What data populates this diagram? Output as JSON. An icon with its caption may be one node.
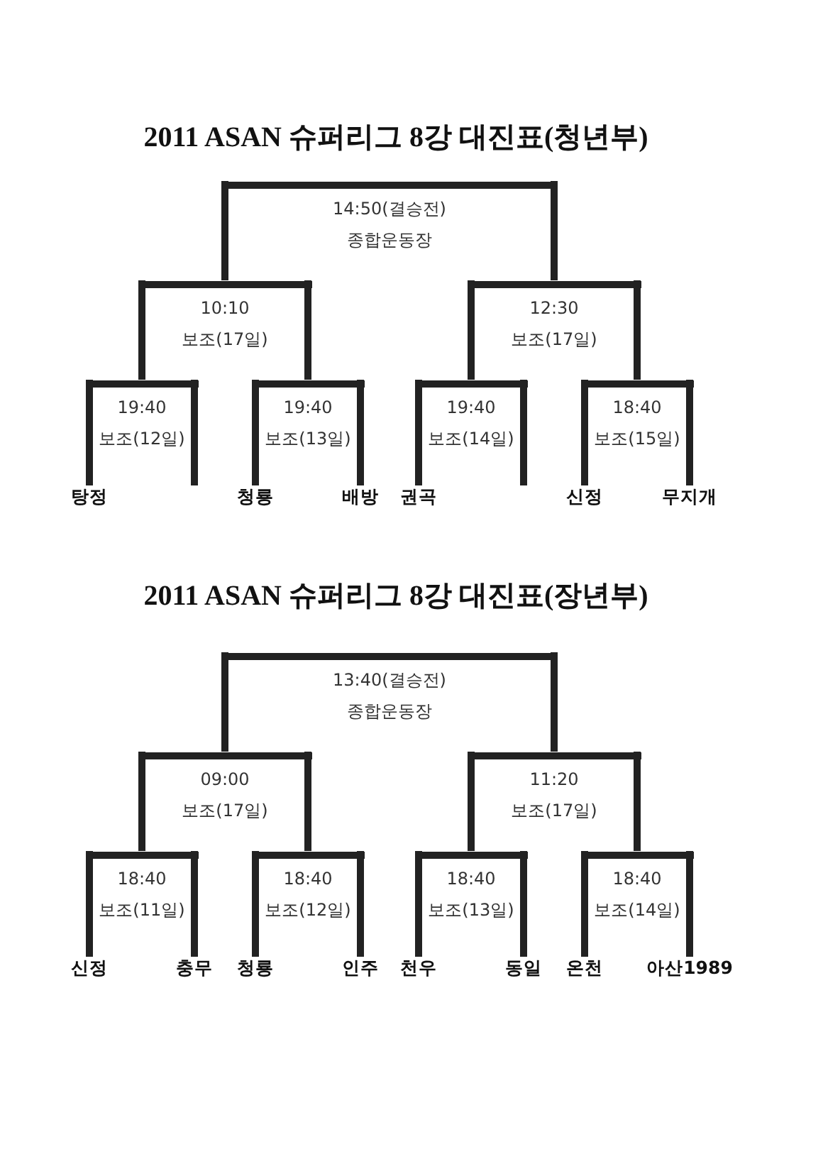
{
  "diagram": {
    "title": "2011 ASAN 슈퍼리그 8강 대진표(청년부)",
    "nodes": [
      {
        "text": [
          "14:50(결승전)",
          "종합운동장"
        ]
      },
      {
        "text": [
          "10:10",
          "보조(17일)"
        ]
      },
      {
        "text": [
          "12:30",
          "보조(17일)"
        ]
      },
      {
        "text": [
          "19:40",
          "보조(12일)"
        ]
      },
      {
        "text": [
          "19:40",
          "보조(13일)"
        ]
      },
      {
        "text": [
          "19:40",
          "보조(14일)"
        ]
      },
      {
        "text": [
          "18:40",
          "보조(15일)"
        ]
      },
      {
        "text": [
          "탕정"
        ]
      },
      {
        "text": [
          "청룡"
        ]
      },
      {
        "text": [
          "배방"
        ]
      },
      {
        "text": [
          "권곡"
        ]
      },
      {
        "text": [
          "신정"
        ]
      },
      {
        "text": [
          "무지개"
        ]
      },
      {
        "text": [
          "13:40(결승전)",
          "종합운동장"
        ]
      },
      {
        "text": [
          "09:00",
          "보조(17일)"
        ]
      },
      {
        "text": [
          "11:20",
          "보조(17일)"
        ]
      },
      {
        "text": [
          "18:40",
          "보조(11일)"
        ]
      },
      {
        "text": [
          "18:40",
          "보조(12일)"
        ]
      },
      {
        "text": [
          "18:40",
          "보조(13일)"
        ]
      },
      {
        "text": [
          "18:40",
          "보조(14일)"
        ]
      },
      {
        "text": [
          "신정"
        ]
      },
      {
        "text": [
          "충무"
        ]
      },
      {
        "text": [
          "청룡"
        ]
      },
      {
        "text": [
          "인주"
        ]
      },
      {
        "text": [
          "천우"
        ]
      },
      {
        "text": [
          "동일"
        ]
      },
      {
        "text": [
          "온천"
        ]
      },
      {
        "text": [
          "아산1989"
        ]
      }
    ],
    "edges": [
      {
        "from": 1,
        "to": 0,
        "arrow": "none"
      },
      {
        "from": 2,
        "to": 0,
        "arrow": "none"
      },
      {
        "from": 3,
        "to": 1,
        "arrow": "none"
      },
      {
        "from": 4,
        "to": 1,
        "arrow": "none"
      },
      {
        "from": 5,
        "to": 2,
        "arrow": "none"
      },
      {
        "from": 6,
        "to": 2,
        "arrow": "none"
      },
      {
        "from": 7,
        "to": 3,
        "arrow": "none"
      },
      {
        "from": null,
        "to": 3,
        "arrow": "none"
      },
      {
        "from": 8,
        "to": 4,
        "arrow": "none"
      },
      {
        "from": 9,
        "to": 4,
        "arrow": "none"
      },
      {
        "from": 10,
        "to": 5,
        "arrow": "none"
      },
      {
        "from": null,
        "to": 5,
        "arrow": "none"
      },
      {
        "from": 11,
        "to": 6,
        "arrow": "none"
      },
      {
        "from": 12,
        "to": 6,
        "arrow": "none"
      },
      {
        "from": 14,
        "to": 13,
        "arrow": "none"
      },
      {
        "from": 15,
        "to": 13,
        "arrow": "none"
      },
      {
        "from": 16,
        "to": 14,
        "arrow": "none"
      },
      {
        "from": 17,
        "to": 14,
        "arrow": "none"
      },
      {
        "from": 18,
        "to": 15,
        "arrow": "none"
      },
      {
        "from": 19,
        "to": 15,
        "arrow": "none"
      },
      {
        "from": 20,
        "to": 16,
        "arrow": "none"
      },
      {
        "from": 21,
        "to": 16,
        "arrow": "none"
      },
      {
        "from": 22,
        "to": 17,
        "arrow": "none"
      },
      {
        "from": 23,
        "to": 17,
        "arrow": "none"
      },
      {
        "from": 24,
        "to": 18,
        "arrow": "none"
      },
      {
        "from": 25,
        "to": 18,
        "arrow": "none"
      },
      {
        "from": 26,
        "to": 19,
        "arrow": "none"
      },
      {
        "from": 27,
        "to": 19,
        "arrow": "none"
      }
    ],
    "labels": [
      "2011 ASAN 슈퍼리그 8강 대진표(장년부)"
    ]
  }
}
